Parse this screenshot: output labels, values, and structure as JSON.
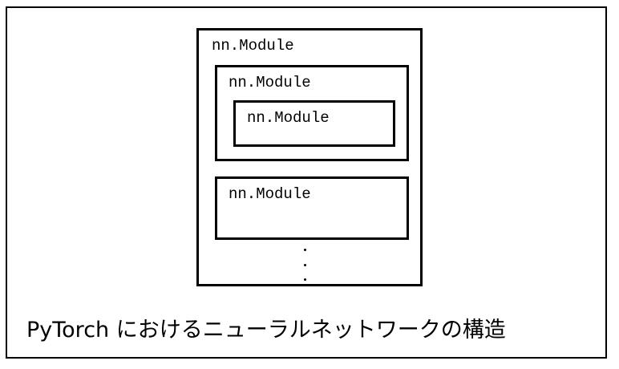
{
  "figure": {
    "caption": "PyTorch におけるニューラルネットワークの構造",
    "frame_color": "#000000",
    "background_color": "#ffffff"
  },
  "diagram": {
    "type": "nested-box-hierarchy",
    "root": {
      "label": "nn.Module",
      "children": [
        {
          "label": "nn.Module",
          "children": [
            {
              "label": "nn.Module",
              "children": []
            }
          ]
        },
        {
          "label": "nn.Module",
          "children": []
        }
      ],
      "continuation": "⋮"
    },
    "labels": {
      "outer": "nn.Module",
      "child_1": "nn.Module",
      "grandchild": "nn.Module",
      "child_2": "nn.Module"
    },
    "ellipsis": {
      "symbol": "⋮",
      "dot_count": 3,
      "meaning": "more sibling modules"
    }
  }
}
